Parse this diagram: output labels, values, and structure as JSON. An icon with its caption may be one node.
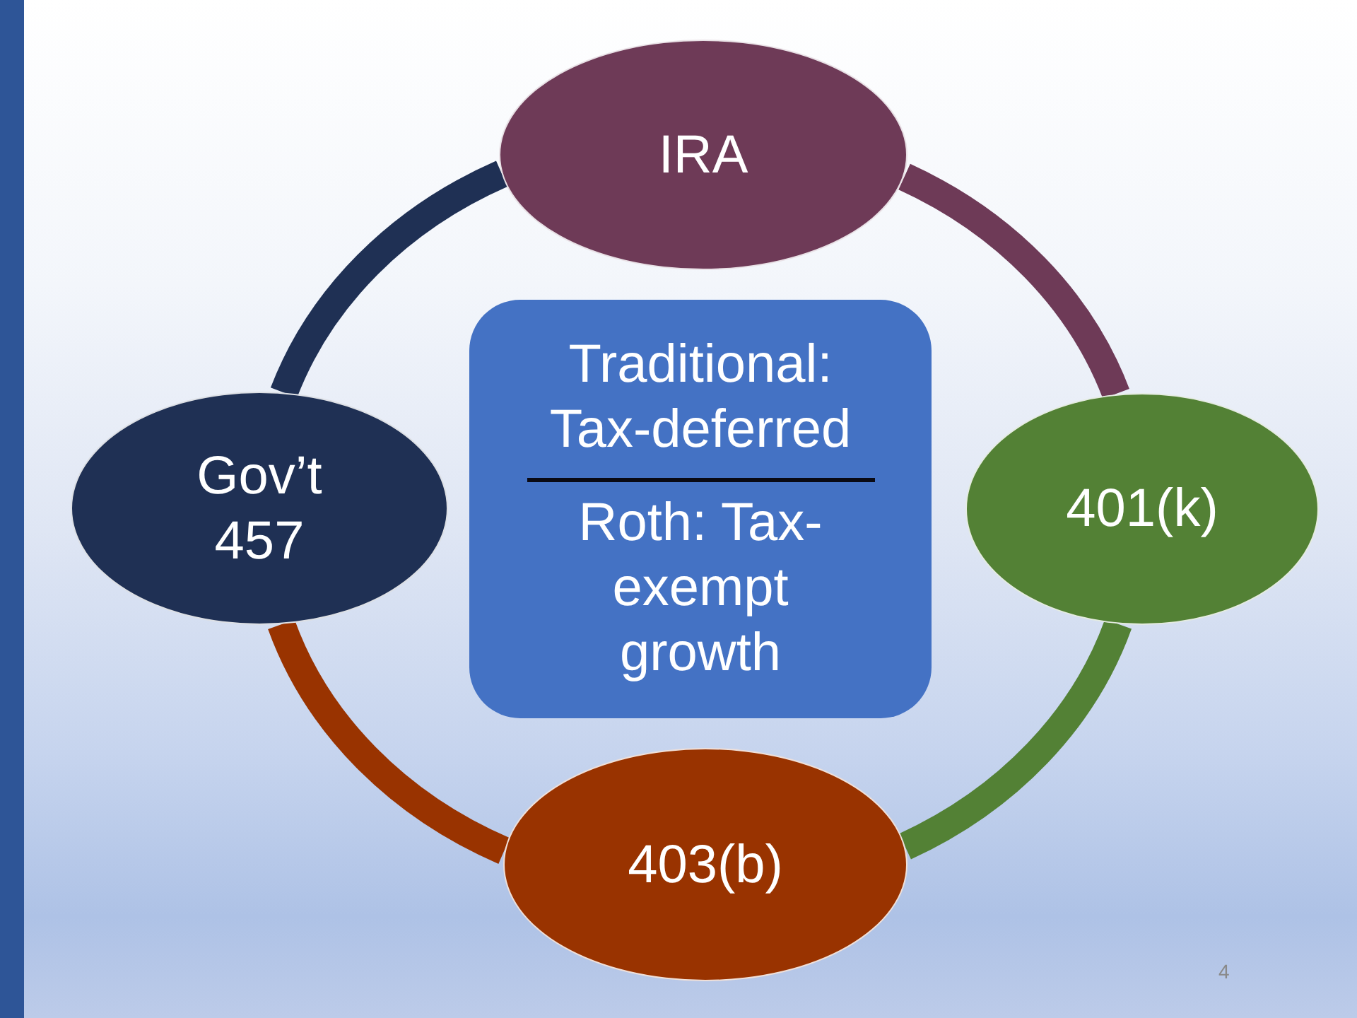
{
  "diagram": {
    "nodes": [
      {
        "text": [
          "IRA"
        ]
      },
      {
        "text": [
          "401(k)"
        ]
      },
      {
        "text": [
          "403(b)"
        ]
      },
      {
        "text": [
          "Gov’t 457"
        ]
      },
      {
        "text": [
          "Traditional: Tax-deferred",
          "Roth: Tax-exempt growth"
        ]
      }
    ],
    "edges": [
      {
        "from": 0,
        "to": 1,
        "arrow": "none",
        "color": "#6e3a57"
      },
      {
        "from": 1,
        "to": 2,
        "arrow": "none",
        "color": "#538135"
      },
      {
        "from": 2,
        "to": 3,
        "arrow": "none",
        "color": "#993300"
      },
      {
        "from": 3,
        "to": 0,
        "arrow": "none",
        "color": "#1f3054"
      }
    ],
    "labels": [
      "4"
    ]
  }
}
